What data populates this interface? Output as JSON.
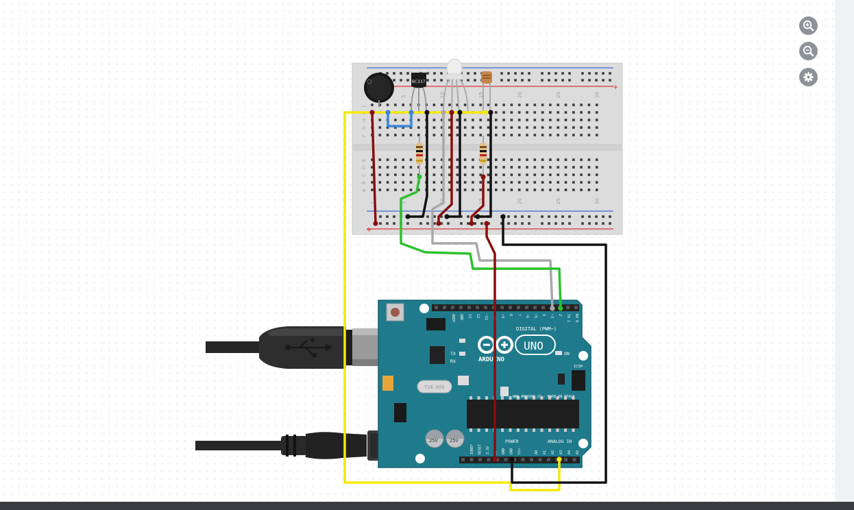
{
  "toolbar": {
    "zoom_in": {
      "icon": "zoom-in-icon"
    },
    "zoom_out": {
      "icon": "zoom-out-icon"
    },
    "settings": {
      "icon": "gear-icon"
    }
  },
  "breadboard": {
    "top_numbers": [
      "1",
      "5",
      "10",
      "15",
      "20",
      "25",
      "30"
    ],
    "bottom_numbers": [
      "1",
      "5",
      "10",
      "15",
      "20",
      "25",
      "30"
    ],
    "rows_top": [
      "J",
      "I",
      "H",
      "G",
      "F"
    ],
    "rows_bottom": [
      "E",
      "D",
      "C",
      "B",
      "A"
    ]
  },
  "transistor": {
    "label": "BC337"
  },
  "arduino": {
    "logo": "ARDUINO",
    "model": "UNO",
    "digital_label": "DIGITAL (PWM~)",
    "tx_label": "TX",
    "rx_label": "RX",
    "on_label": "ON",
    "icsp_label": "ICSP",
    "website": "WWW.ARDUINO.CC - MADE IN ITALY",
    "power_label": "POWER",
    "analog_label": "ANALOG IN",
    "crystal": "T16.000",
    "cap_label": "25V",
    "digital_pins": [
      "AREF",
      "GND",
      "13",
      "12",
      "~11",
      "~10",
      "~9",
      "8",
      "7",
      "~6",
      "~5",
      "4",
      "~3",
      "2",
      "TX 1",
      "RX 0"
    ],
    "power_pins": [
      "IOREF",
      "RESET",
      "3.3V",
      "5V",
      "GND",
      "GND",
      "Vin"
    ],
    "analog_pins": [
      "A0",
      "A1",
      "A2",
      "A3",
      "A4",
      "A5"
    ]
  },
  "colors": {
    "wire_yellow": "#f5e90c",
    "wire_red": "#8b0d0d",
    "wire_black": "#111111",
    "wire_gray": "#a8a8a8",
    "wire_green": "#2cc12c",
    "wire_blue": "#3d85d8",
    "pcb": "#1f7b8c"
  }
}
